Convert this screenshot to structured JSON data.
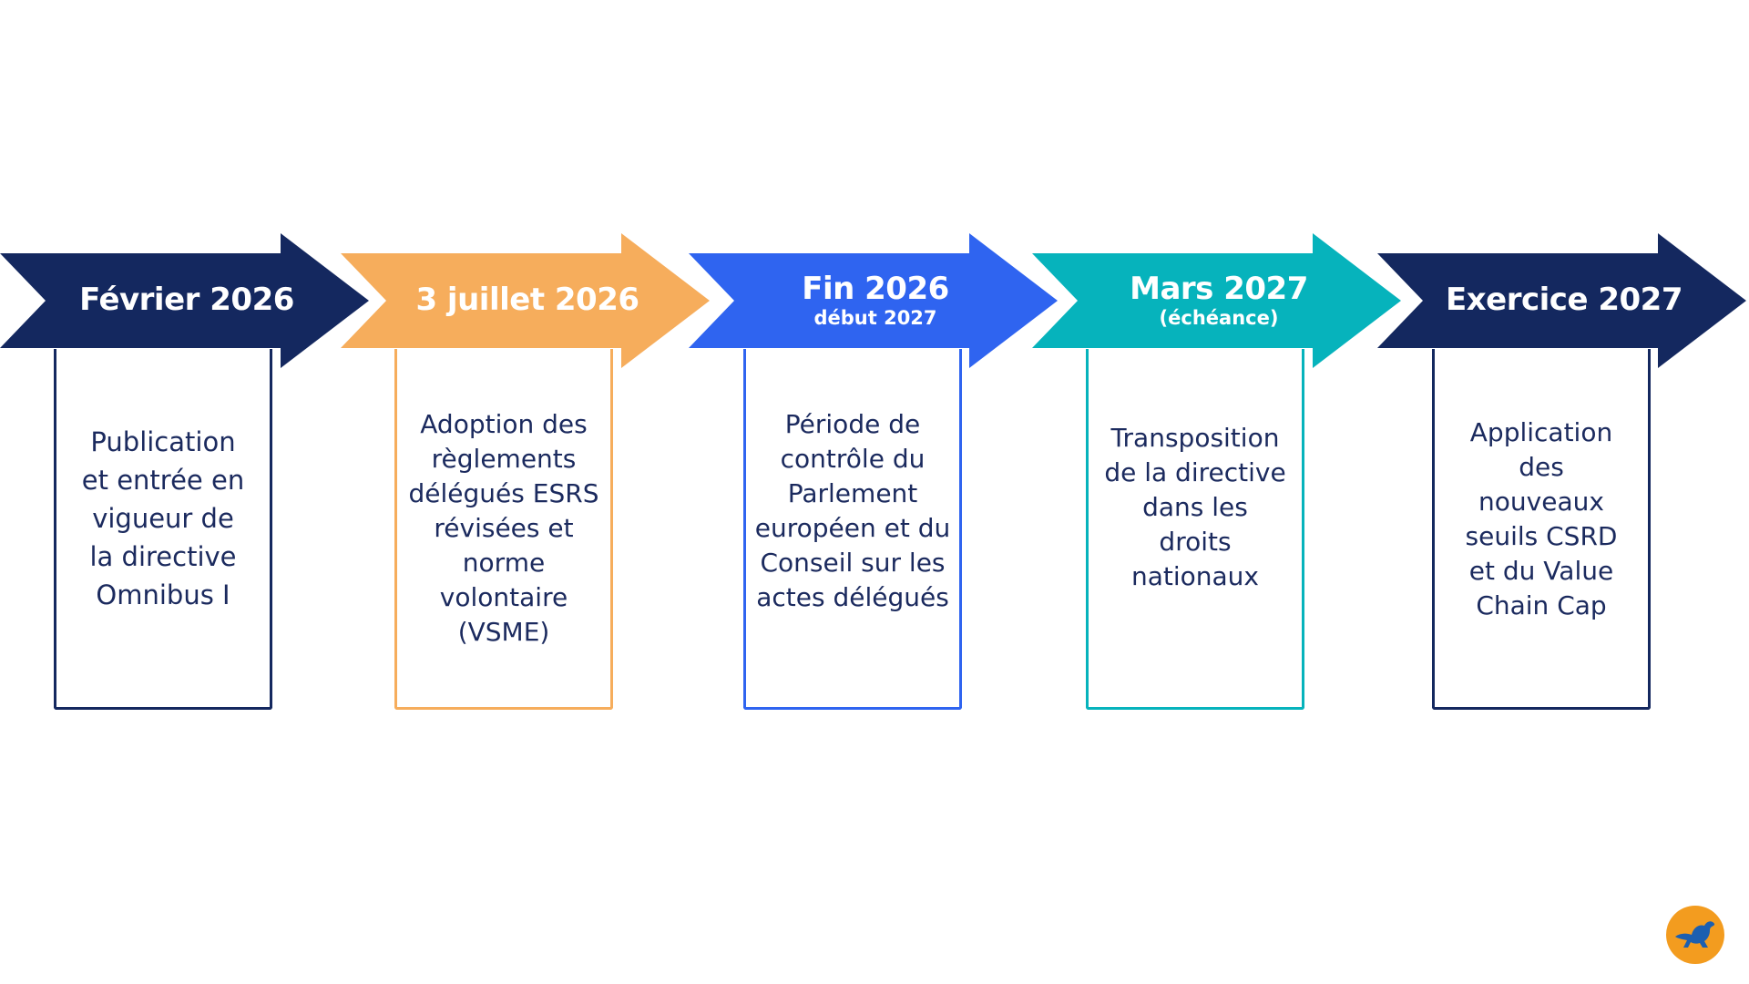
{
  "colors": {
    "navy": "#14285f",
    "orange": "#f6ad5c",
    "blue": "#2f64f0",
    "teal": "#06b3bc",
    "text": "#1b2a5e",
    "logo_bg": "#f39c1f",
    "logo_kangaroo": "#1c5fb0"
  },
  "steps": [
    {
      "title": "Février 2026",
      "subtitle": "",
      "description": "Publication\net entrée en\nvigueur de\nla directive\nOmnibus I",
      "color": "#14285f"
    },
    {
      "title": "3 juillet 2026",
      "subtitle": "",
      "description": "Adoption des\nrèglements\ndélégués ESRS\nrévisées et\nnorme\nvolontaire\n(VSME)",
      "color": "#f6ad5c"
    },
    {
      "title": "Fin 2026",
      "subtitle": "début 2027",
      "description": "Période de\ncontrôle du\nParlement\neuropéen et du\nConseil sur les\nactes délégués",
      "color": "#2f64f0"
    },
    {
      "title": "Mars 2027",
      "subtitle": "(échéance)",
      "description": "Transposition\nde la directive\ndans les\ndroits\nnationaux",
      "color": "#06b3bc"
    },
    {
      "title": "Exercice 2027",
      "subtitle": "",
      "description": "Application\ndes\nnouveaux\nseuils CSRD\net du Value\nChain Cap",
      "color": "#14285f"
    }
  ],
  "logo": {
    "icon": "kangaroo-logo-icon"
  }
}
